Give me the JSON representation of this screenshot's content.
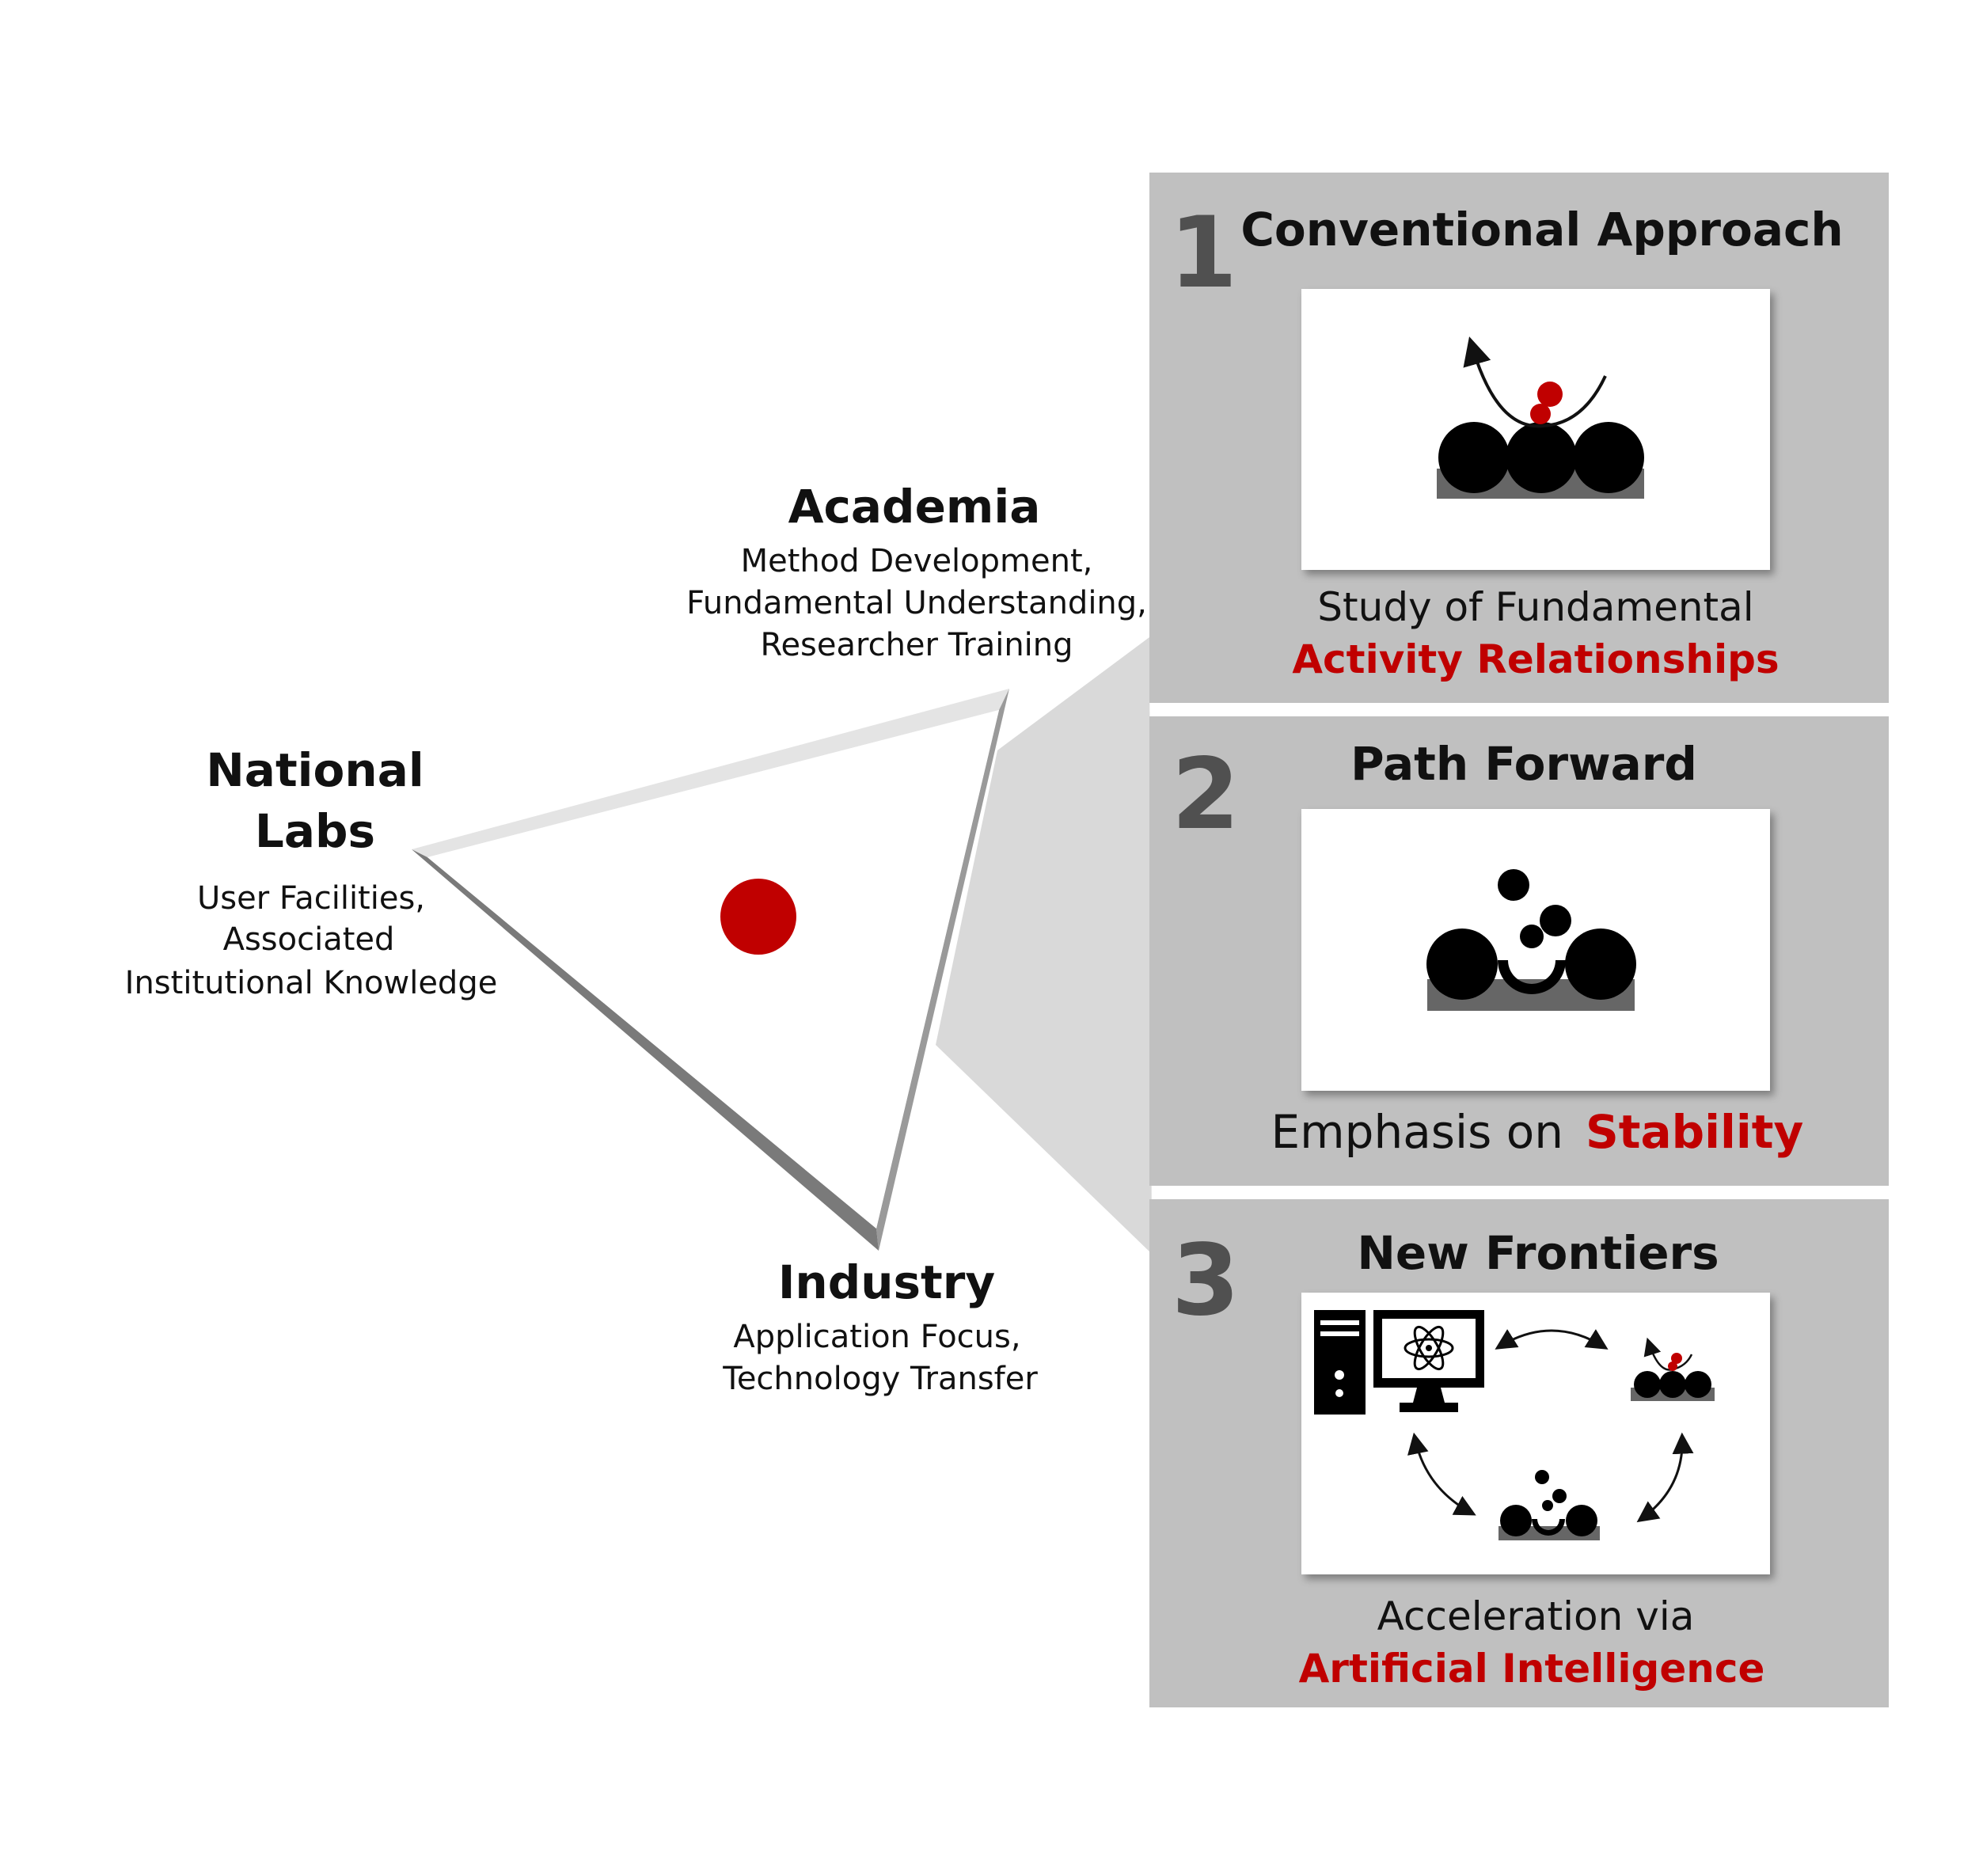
{
  "colors": {
    "accent_red": "#c00000",
    "panel_gray": "#c0c0c0",
    "cone_gray": "#d9d9d9",
    "number_gray": "#505050",
    "substrate_gray": "#666666"
  },
  "triangle": {
    "academia": {
      "title": "Academia",
      "lines": [
        "Method Development,",
        "Fundamental Understanding,",
        "Researcher Training"
      ]
    },
    "national_labs": {
      "title_lines": [
        "National",
        "Labs"
      ],
      "lines": [
        "User Facilities,",
        "Associated",
        "Institutional Knowledge"
      ]
    },
    "industry": {
      "title": "Industry",
      "lines": [
        "Application Focus,",
        "Technology Transfer"
      ]
    },
    "center_marker": "red-dot"
  },
  "panels": [
    {
      "number": "1",
      "title": "Conventional Approach",
      "caption_plain": "Study of Fundamental",
      "caption_highlight": "Activity Relationships",
      "icon": "catalyst-surface-adsorption-icon"
    },
    {
      "number": "2",
      "title": "Path Forward",
      "caption_plain": "Emphasis on",
      "caption_highlight": "Stability",
      "icon": "catalyst-surface-degradation-icon"
    },
    {
      "number": "3",
      "title": "New Frontiers",
      "caption_plain": "Acceleration via",
      "caption_highlight": "Artificial Intelligence",
      "icon": "computer-atom-cycle-icon"
    }
  ]
}
